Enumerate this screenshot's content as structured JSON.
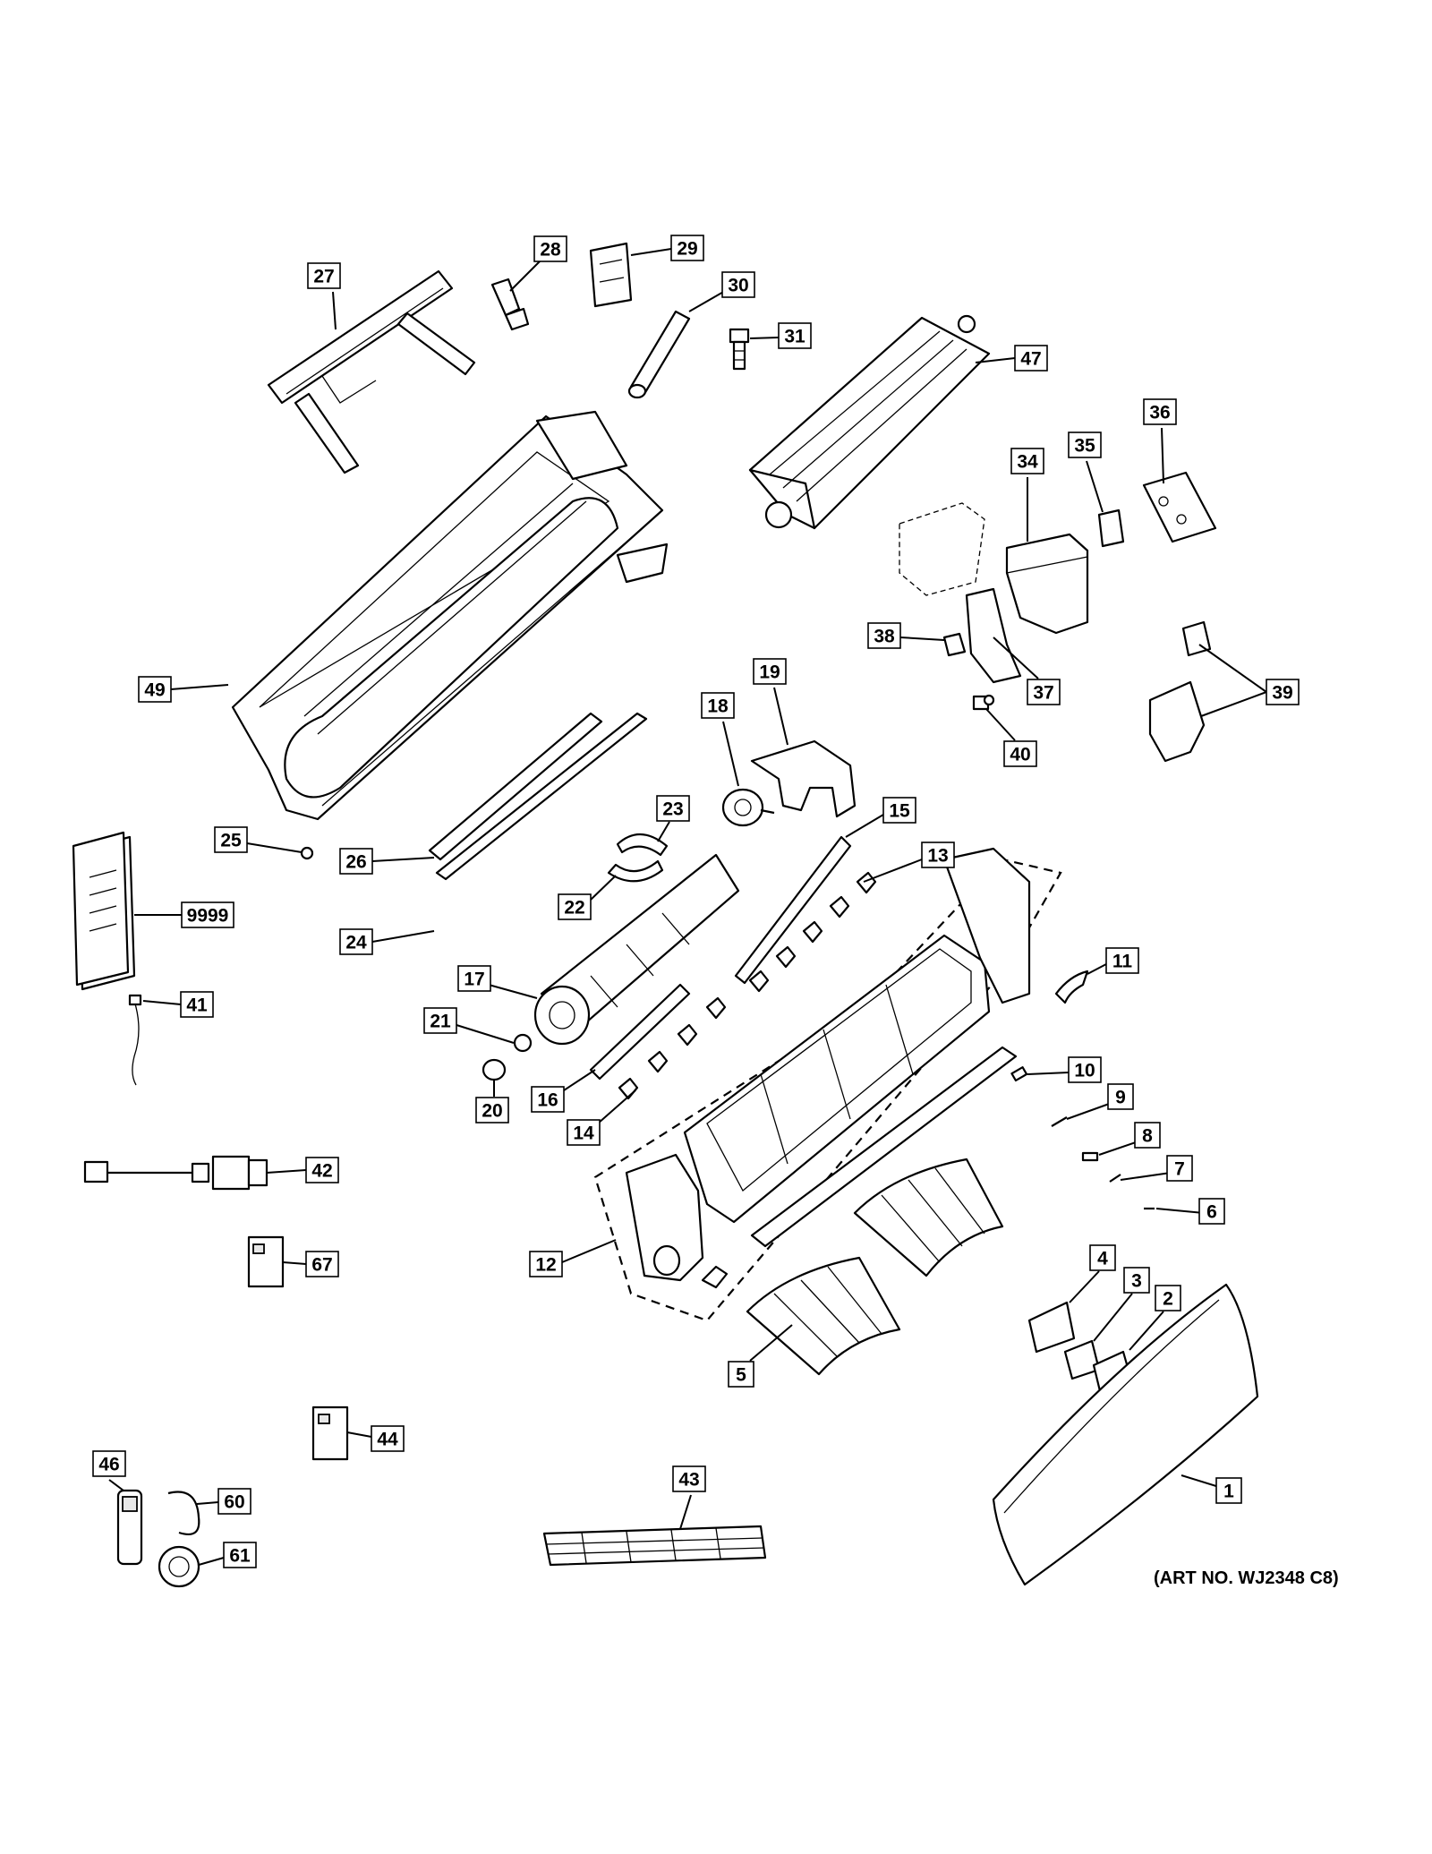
{
  "art_note": "(ART NO. WJ2348 C8)",
  "callouts": [
    "1",
    "2",
    "3",
    "4",
    "5",
    "6",
    "7",
    "8",
    "9",
    "10",
    "11",
    "12",
    "13",
    "14",
    "15",
    "16",
    "17",
    "18",
    "19",
    "20",
    "21",
    "22",
    "23",
    "24",
    "25",
    "26",
    "27",
    "28",
    "29",
    "30",
    "31",
    "34",
    "35",
    "36",
    "37",
    "38",
    "39",
    "40",
    "41",
    "42",
    "43",
    "44",
    "46",
    "47",
    "49",
    "60",
    "61",
    "67",
    "9999"
  ]
}
